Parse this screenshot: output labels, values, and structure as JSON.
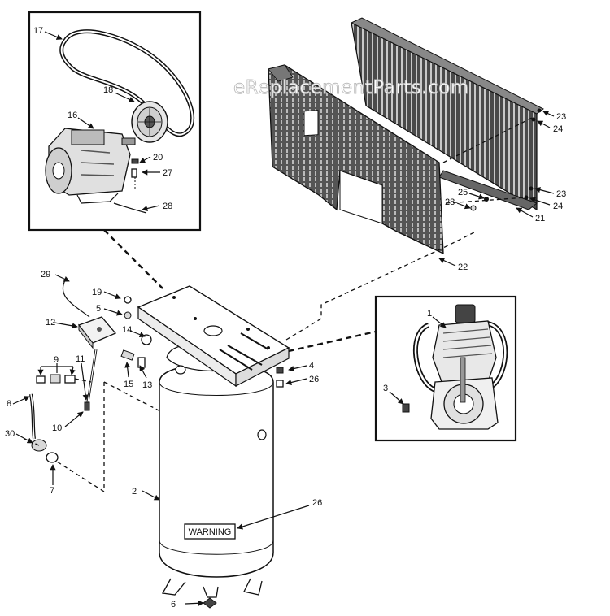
{
  "watermark": "eReplacementParts.com",
  "warning_label": "WARNING",
  "callouts": [
    {
      "id": "c1",
      "text": "1"
    },
    {
      "id": "c2",
      "text": "2"
    },
    {
      "id": "c3",
      "text": "3"
    },
    {
      "id": "c4",
      "text": "4"
    },
    {
      "id": "c5",
      "text": "5"
    },
    {
      "id": "c6",
      "text": "6"
    },
    {
      "id": "c7",
      "text": "7"
    },
    {
      "id": "c8",
      "text": "8"
    },
    {
      "id": "c9",
      "text": "9"
    },
    {
      "id": "c10",
      "text": "10"
    },
    {
      "id": "c11",
      "text": "11"
    },
    {
      "id": "c12",
      "text": "12"
    },
    {
      "id": "c13",
      "text": "13"
    },
    {
      "id": "c14",
      "text": "14"
    },
    {
      "id": "c15",
      "text": "15"
    },
    {
      "id": "c16",
      "text": "16"
    },
    {
      "id": "c17",
      "text": "17"
    },
    {
      "id": "c18",
      "text": "18"
    },
    {
      "id": "c19",
      "text": "19"
    },
    {
      "id": "c20",
      "text": "20"
    },
    {
      "id": "c21",
      "text": "21"
    },
    {
      "id": "c22",
      "text": "22"
    },
    {
      "id": "c23a",
      "text": "23"
    },
    {
      "id": "c23b",
      "text": "23"
    },
    {
      "id": "c24a",
      "text": "24"
    },
    {
      "id": "c24b",
      "text": "24"
    },
    {
      "id": "c25",
      "text": "25"
    },
    {
      "id": "c26a",
      "text": "26"
    },
    {
      "id": "c26b",
      "text": "26"
    },
    {
      "id": "c27",
      "text": "27"
    },
    {
      "id": "c28a",
      "text": "28"
    },
    {
      "id": "c28b",
      "text": "28"
    },
    {
      "id": "c29",
      "text": "29"
    },
    {
      "id": "c30",
      "text": "30"
    }
  ]
}
